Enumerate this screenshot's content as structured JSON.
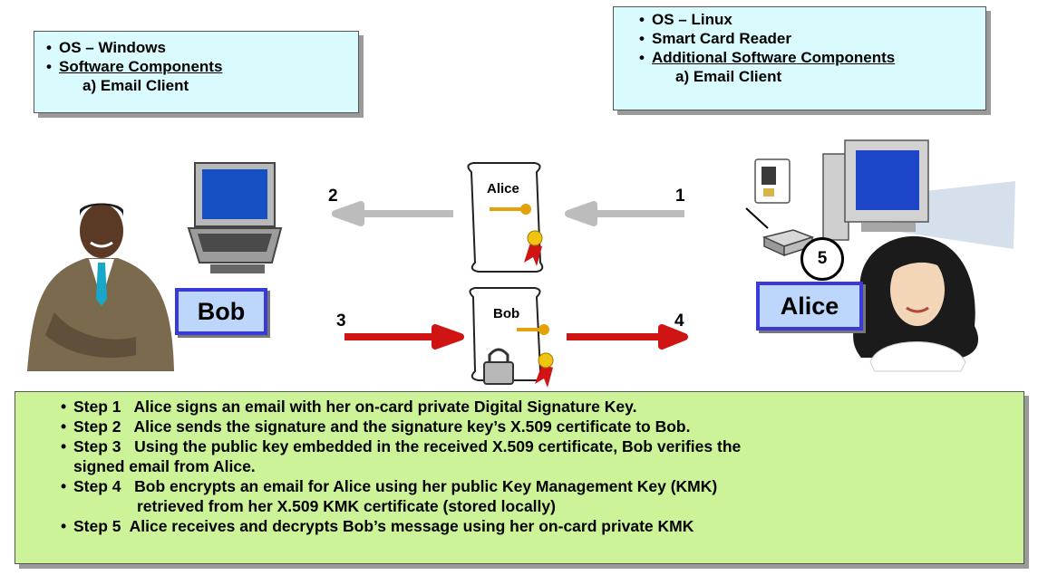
{
  "bob_panel": {
    "items": [
      "OS – Windows",
      "Software Components"
    ],
    "sub": "a) Email Client"
  },
  "alice_panel": {
    "items": [
      "OS – Linux",
      "Smart Card Reader",
      "Additional Software Components"
    ],
    "sub": "a) Email Client"
  },
  "labels": {
    "bob": "Bob",
    "alice": "Alice"
  },
  "certificates": {
    "top": "Alice",
    "bottom": "Bob"
  },
  "numbers": {
    "n1": "1",
    "n2": "2",
    "n3": "3",
    "n4": "4",
    "n5": "5"
  },
  "steps": [
    {
      "tag": "Step 1",
      "text": "Alice signs an email with her on-card private Digital Signature Key."
    },
    {
      "tag": "Step 2",
      "text": "Alice sends the signature and the signature key’s X.509 certificate to Bob."
    },
    {
      "tag": "Step 3",
      "text": "Using the public key embedded in the received X.509 certificate, Bob verifies the",
      "cont": "signed email from Alice."
    },
    {
      "tag": "Step 4",
      "text": "Bob encrypts an email for Alice using her public Key Management Key (KMK)",
      "cont": "retrieved from her  X.509 KMK certificate (stored locally)"
    },
    {
      "tag": "Step 5",
      "text": "Alice receives and decrypts Bob’s message using her on-card private KMK"
    }
  ],
  "colors": {
    "gray_arrow": "#bcbcbc",
    "red_arrow": "#d01313",
    "label_border": "#3a3ad8",
    "label_fill": "#bcd7fb",
    "panel_cyan": "#d9fbfd",
    "panel_green": "#ccf397"
  }
}
